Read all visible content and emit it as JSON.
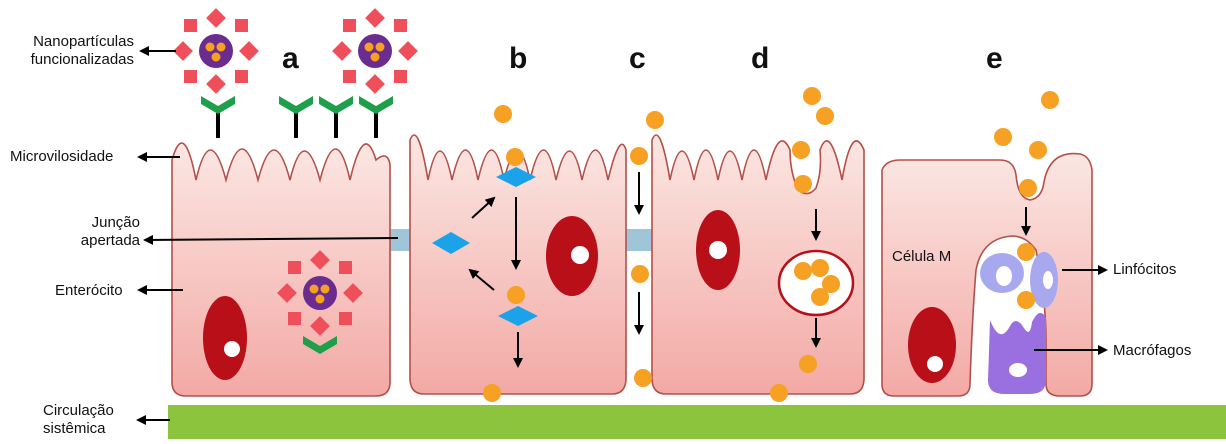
{
  "labels": {
    "nanoparticles": "Nanopartículas\nfuncionalizadas",
    "microvilli": "Microvilosidade",
    "tight_junction": "Junção\napertada",
    "enterocyte": "Enterócito",
    "systemic_circulation": "Circulação\nsistêmica",
    "m_cell": "Célula M",
    "lymphocytes": "Linfócitos",
    "macrophages": "Macrófagos"
  },
  "panels": [
    "a",
    "b",
    "c",
    "d",
    "e"
  ],
  "colors": {
    "cell_top": "#fbe7e3",
    "cell_bottom": "#f4aeaa",
    "cell_border": "#b4504a",
    "nucleus": "#b80f18",
    "particle": "#f6a024",
    "blood": "#8cc43e",
    "junction": "#9fc6d8",
    "carrier": "#1aa3e8",
    "ligand": "#1e9f49",
    "np_core": "#6a2c8e",
    "np_petal": "#ef4f5b",
    "lymphocyte": "#a8a8ef",
    "macrophage": "#9a6fe0"
  }
}
